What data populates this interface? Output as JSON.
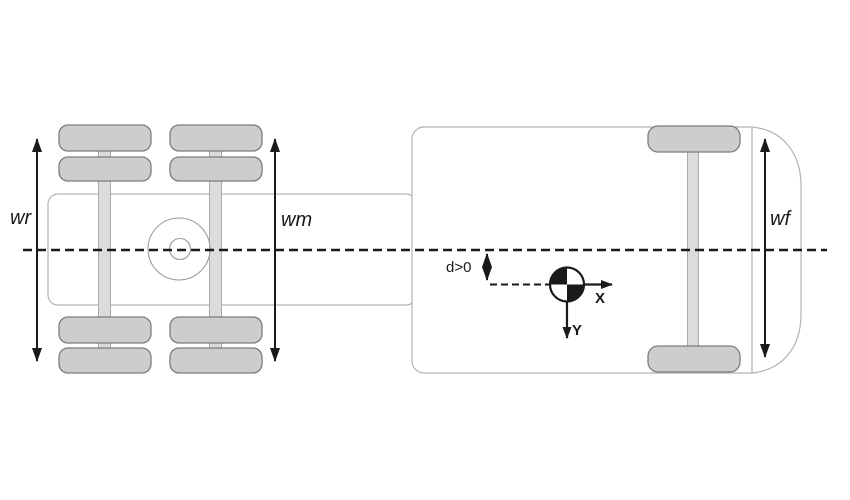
{
  "diagram": {
    "type": "vehicle-top-view-schematic",
    "labels": {
      "rear_track": "wr",
      "middle_track": "wm",
      "front_track": "wf",
      "cg_offset": "d>0",
      "axis_x": "X",
      "axis_y": "Y"
    },
    "colors": {
      "ink": "#1a1a1a",
      "wheel_fill": "#cdcdcd",
      "wheel_stroke": "#7d7d7d",
      "axle_fill": "#dcdcdc",
      "axle_stroke": "#ababab",
      "body_outline": "#b3b3b3",
      "background": "#ffffff"
    }
  }
}
